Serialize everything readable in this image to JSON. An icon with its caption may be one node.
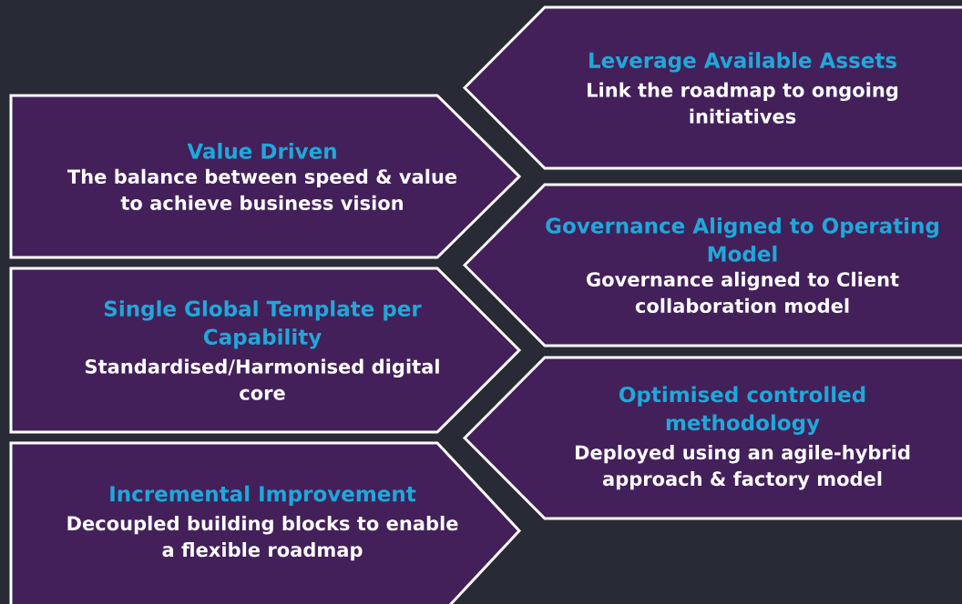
{
  "diagram": {
    "nodes": [
      {
        "text": [
          "Leverage Available Assets",
          "Link the roadmap to ongoing initiatives"
        ]
      },
      {
        "text": [
          "Value Driven",
          "The balance between speed & value to achieve business vision"
        ]
      },
      {
        "text": [
          "Governance Aligned to Operating Model",
          "Governance aligned to Client collaboration model"
        ]
      },
      {
        "text": [
          "Single Global Template per Capability",
          "Standardised/Harmonised digital core"
        ]
      },
      {
        "text": [
          "Optimised controlled methodology",
          "Deployed using an agile-hybrid approach & factory model"
        ]
      },
      {
        "text": [
          "Incremental Improvement",
          "Decoupled building blocks to enable a flexible roadmap"
        ]
      }
    ]
  }
}
